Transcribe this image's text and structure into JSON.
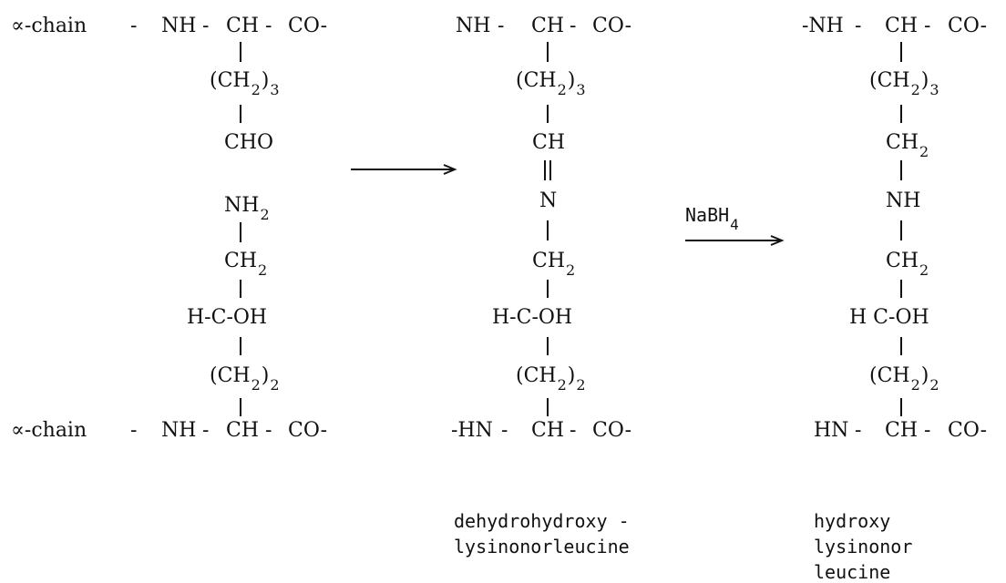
{
  "reactant": {
    "top": {
      "prefix": "∝-chain",
      "nh": "NH",
      "ch": "CH",
      "co": "CO-"
    },
    "ch2_3": {
      "base": "(CH",
      "sub": "2",
      "close": ")",
      "sub2": "3"
    },
    "cho": "CHO",
    "nh2": {
      "base": "NH",
      "sub": "2"
    },
    "ch2": {
      "base": "CH",
      "sub": "2"
    },
    "hcoh": "H-C-OH",
    "ch2_2": {
      "base": "(CH",
      "sub": "2",
      "close": ")",
      "sub2": "2"
    },
    "bottom": {
      "prefix": "∝-chain",
      "nh": "NH",
      "ch": "CH",
      "co": "CO-"
    }
  },
  "intermediate": {
    "top": {
      "nh": "NH",
      "ch": "CH",
      "co": "CO-"
    },
    "ch2_3": {
      "base": "(CH",
      "sub": "2",
      "close": ")",
      "sub2": "3"
    },
    "ch": "CH",
    "n": "N",
    "ch2": {
      "base": "CH",
      "sub": "2"
    },
    "hcoh": "H-C-OH",
    "ch2_2": {
      "base": "(CH",
      "sub": "2",
      "close": ")",
      "sub2": "2"
    },
    "bottom": {
      "hn": "-HN",
      "ch": "CH",
      "co": "CO-"
    },
    "name_line1": "dehydrohydroxy -",
    "name_line2": "lysinonorleucine"
  },
  "reagent": {
    "base": "NaBH",
    "sub": "4"
  },
  "product": {
    "top": {
      "nh": "-NH",
      "ch": "CH",
      "co": "CO-"
    },
    "ch2_3": {
      "base": "(CH",
      "sub": "2",
      "close": ")",
      "sub2": "3"
    },
    "ch2a": {
      "base": "CH",
      "sub": "2"
    },
    "nh": "NH",
    "ch2b": {
      "base": "CH",
      "sub": "2"
    },
    "hcoh": "H C-OH",
    "ch2_2": {
      "base": "(CH",
      "sub": "2",
      "close": ")",
      "sub2": "2"
    },
    "bottom": {
      "hn": "HN",
      "ch": "CH",
      "co": "CO-"
    },
    "name_line1": "hydroxy",
    "name_line2": "lysinonor",
    "name_line3": "leucine"
  },
  "dash": "-"
}
